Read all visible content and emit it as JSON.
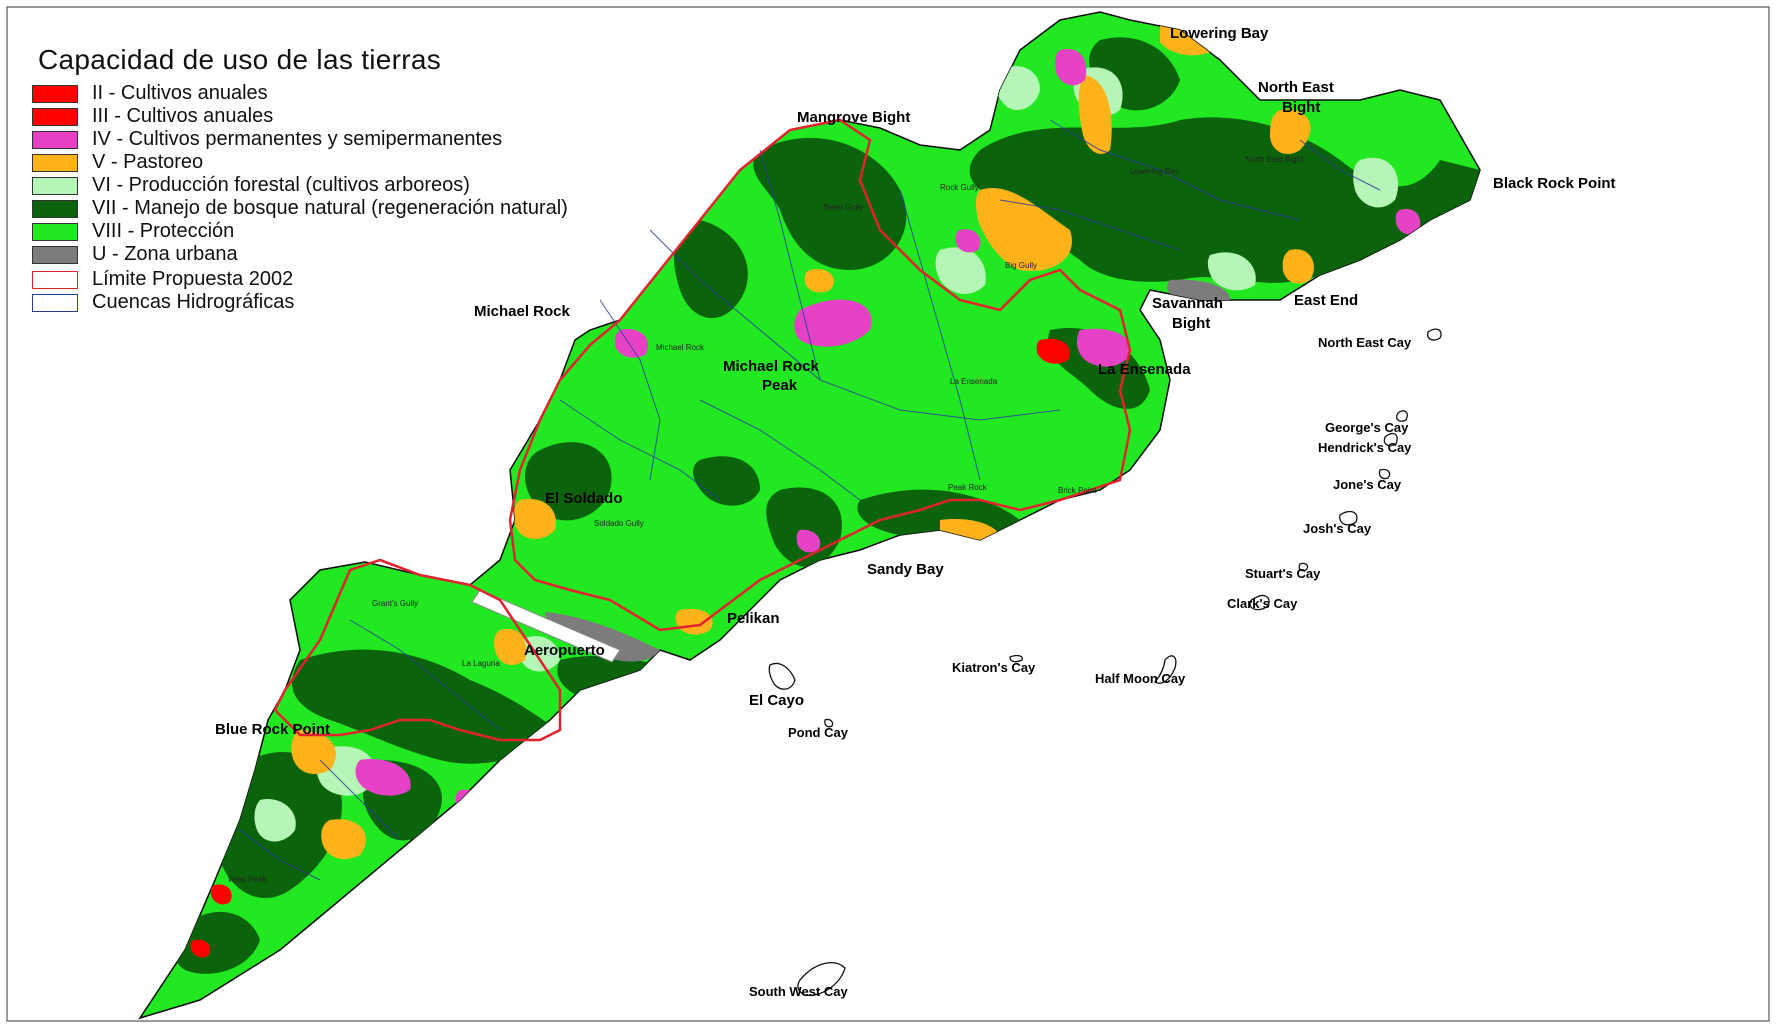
{
  "legend": {
    "title": "Capacidad de uso de las tierras",
    "items": [
      {
        "label": "II - Cultivos anuales",
        "color": "#ff0000",
        "style": "fill"
      },
      {
        "label": "III - Cultivos anuales",
        "color": "#ff0000",
        "style": "fill"
      },
      {
        "label": "IV - Cultivos permanentes y semipermanentes",
        "color": "#e642c5",
        "style": "fill"
      },
      {
        "label": "V - Pastoreo",
        "color": "#ffb21a",
        "style": "fill"
      },
      {
        "label": "VI - Producción forestal (cultivos arboreos)",
        "color": "#b5f5b5",
        "style": "fill"
      },
      {
        "label": "VII - Manejo de bosque natural (regeneración natural)",
        "color": "#0b640b",
        "style": "fill"
      },
      {
        "label": "VIII - Protección",
        "color": "#22e822",
        "style": "fill"
      },
      {
        "label": "U - Zona urbana",
        "color": "#7c7c7c",
        "style": "fill"
      },
      {
        "label": "Límite Propuesta 2002",
        "color": "#e0232e",
        "style": "outline"
      },
      {
        "label": "Cuencas Hidrográficas",
        "color": "#2a3a9e",
        "style": "outline"
      }
    ]
  },
  "places": {
    "lowering_bay": "Lowering Bay",
    "north_east_bight_1": "North East",
    "north_east_bight_2": "Bight",
    "mangrove_bight": "Mangrove Bight",
    "black_rock_point": "Black Rock Point",
    "michael_rock": "Michael Rock",
    "savannah_bight_1": "Savannah",
    "savannah_bight_2": "Bight",
    "east_end": "East End",
    "north_east_cay": "North East Cay",
    "michael_rock_peak_1": "Michael Rock",
    "michael_rock_peak_2": "Peak",
    "la_ensenada": "La Ensenada",
    "georges_cay": "George's Cay",
    "hendricks_cay": "Hendrick's Cay",
    "jones_cay": "Jone's Cay",
    "el_soldado": "El Soldado",
    "joshs_cay": "Josh's Cay",
    "sandy_bay": "Sandy Bay",
    "stuarts_cay": "Stuart's Cay",
    "clarks_cay": "Clark's Cay",
    "pelikan": "Pelikan",
    "aeropuerto": "Aeropuerto",
    "kiatrons_cay": "Kiatron's Cay",
    "half_moon_cay": "Half Moon Cay",
    "el_cayo": "El Cayo",
    "blue_rock_point": "Blue Rock Point",
    "pond_cay": "Pond Cay",
    "south_west_cay": "South West Cay"
  },
  "small_labels": {
    "big_gully": "Big Gully",
    "soldado_gully": "Soldado Gully",
    "la_ensenada_small": "La Ensenada",
    "peak_rock": "Peak Rock",
    "brick_point": "Brick Point",
    "la_laguna": "La Laguna",
    "grants_gully": "Grant's Gully",
    "west_peak": "West Peak",
    "north_east_bight_small": "North East Bight",
    "lowering_bay_small": "Lowering Bay",
    "michael_rock_small": "Michael Rock",
    "bean_gully": "Bean Gully",
    "rock_gully": "Rock Gully"
  }
}
